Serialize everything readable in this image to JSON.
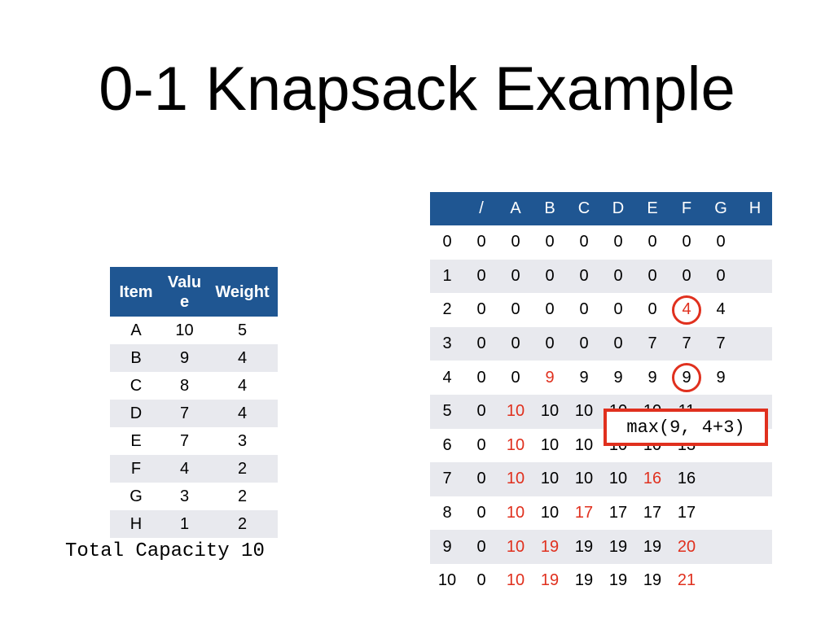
{
  "title": "0-1 Knapsack Example",
  "items_table": {
    "headers": {
      "item": "Item",
      "value_top": "Valu",
      "value_bottom": "e",
      "weight": "Weight"
    },
    "rows": [
      [
        "A",
        "10",
        "5"
      ],
      [
        "B",
        "9",
        "4"
      ],
      [
        "C",
        "8",
        "4"
      ],
      [
        "D",
        "7",
        "4"
      ],
      [
        "E",
        "7",
        "3"
      ],
      [
        "F",
        "4",
        "2"
      ],
      [
        "G",
        "3",
        "2"
      ],
      [
        "H",
        "1",
        "2"
      ]
    ]
  },
  "capacity_label": "Total Capacity 10",
  "dp_table": {
    "headers": [
      "",
      "/",
      "A",
      "B",
      "C",
      "D",
      "E",
      "F",
      "G",
      "H"
    ],
    "rows": [
      [
        "0",
        "0",
        "0",
        "0",
        "0",
        "0",
        "0",
        "0",
        "0",
        ""
      ],
      [
        "1",
        "0",
        "0",
        "0",
        "0",
        "0",
        "0",
        "0",
        "0",
        ""
      ],
      [
        "2",
        "0",
        "0",
        "0",
        "0",
        "0",
        "0",
        "4",
        "4",
        ""
      ],
      [
        "3",
        "0",
        "0",
        "0",
        "0",
        "0",
        "7",
        "7",
        "7",
        ""
      ],
      [
        "4",
        "0",
        "0",
        "9",
        "9",
        "9",
        "9",
        "9",
        "9",
        ""
      ],
      [
        "5",
        "0",
        "10",
        "10",
        "10",
        "10",
        "10",
        "11",
        "",
        ""
      ],
      [
        "6",
        "0",
        "10",
        "10",
        "10",
        "10",
        "10",
        "13",
        "",
        ""
      ],
      [
        "7",
        "0",
        "10",
        "10",
        "10",
        "10",
        "16",
        "16",
        "",
        ""
      ],
      [
        "8",
        "0",
        "10",
        "10",
        "17",
        "17",
        "17",
        "17",
        "",
        ""
      ],
      [
        "9",
        "0",
        "10",
        "19",
        "19",
        "19",
        "19",
        "20",
        "",
        ""
      ],
      [
        "10",
        "0",
        "10",
        "19",
        "19",
        "19",
        "19",
        "21",
        "",
        ""
      ]
    ],
    "highlighted_cells": [
      [
        2,
        7
      ],
      [
        4,
        3
      ],
      [
        5,
        2
      ],
      [
        6,
        2
      ],
      [
        7,
        2
      ],
      [
        7,
        6
      ],
      [
        8,
        2
      ],
      [
        8,
        4
      ],
      [
        9,
        2
      ],
      [
        9,
        3
      ],
      [
        9,
        7
      ],
      [
        10,
        2
      ],
      [
        10,
        3
      ],
      [
        10,
        7
      ]
    ],
    "circled_cells": [
      [
        2,
        7
      ],
      [
        4,
        7
      ]
    ]
  },
  "callout": "max(9, 4+3)",
  "colors": {
    "header_bg": "#1f5692",
    "highlight": "#e0301e",
    "row_shade": "#e8e9ee"
  }
}
